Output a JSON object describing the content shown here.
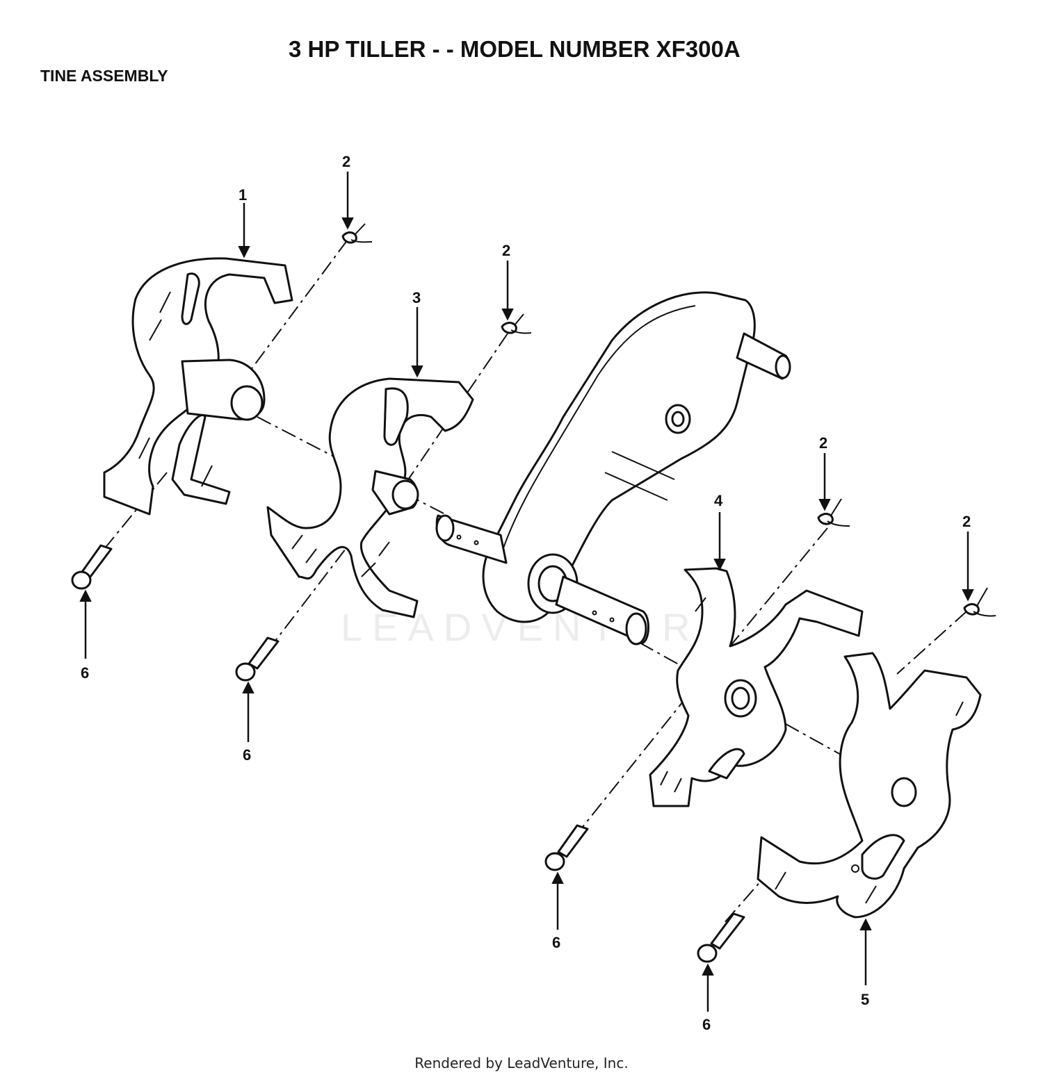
{
  "header": {
    "title": "3 HP TILLER - - MODEL NUMBER XF300A",
    "subtitle": "TINE ASSEMBLY"
  },
  "watermark": {
    "text": "LEADVENTURE"
  },
  "callouts": [
    {
      "id": "c1",
      "label": "1"
    },
    {
      "id": "c2a",
      "label": "2"
    },
    {
      "id": "c2b",
      "label": "2"
    },
    {
      "id": "c3",
      "label": "3"
    },
    {
      "id": "c2c",
      "label": "2"
    },
    {
      "id": "c2d",
      "label": "2"
    },
    {
      "id": "c4",
      "label": "4"
    },
    {
      "id": "c5",
      "label": "5"
    },
    {
      "id": "c6a",
      "label": "6"
    },
    {
      "id": "c6b",
      "label": "6"
    },
    {
      "id": "c6c",
      "label": "6"
    },
    {
      "id": "c6d",
      "label": "6"
    }
  ],
  "footer": {
    "text": "Rendered by LeadVenture, Inc."
  }
}
